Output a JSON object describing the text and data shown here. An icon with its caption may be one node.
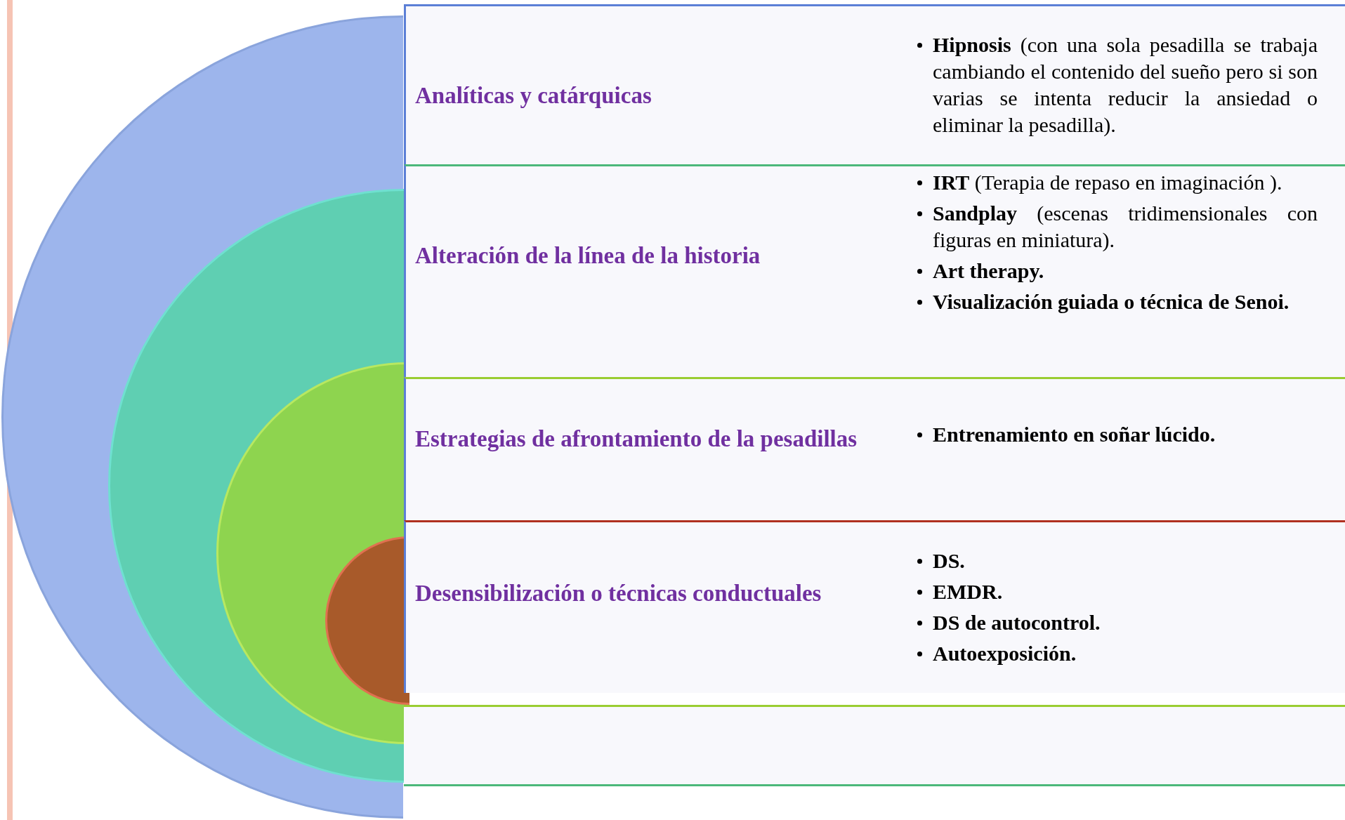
{
  "diagram": {
    "nodes": [
      {
        "text": [],
        "shape": "circle"
      },
      {
        "text": [],
        "shape": "circle",
        "in": 0
      },
      {
        "text": [],
        "shape": "circle",
        "in": 1
      },
      {
        "text": [],
        "shape": "circle",
        "in": 2
      },
      {
        "text": [
          "Analíticas y catárquicas",
          "**Hipnosis** (con una sola pesadilla se trabaja cambiando el contenido del sueño pero si son varias se intenta reducir la ansiedad o eliminar la pesadilla)."
        ]
      },
      {
        "text": [
          "Alteración de la línea de la historia",
          "**IRT** (Terapia de repaso en imaginación ).",
          "**Sandplay** (escenas tridimensionales con figuras en miniatura).",
          "Art therapy.",
          "Visualización guiada o técnica de Senoi."
        ]
      },
      {
        "text": [
          "Estrategias de afrontamiento de la pesadillas",
          "Entrenamiento en soñar lúcido."
        ]
      },
      {
        "text": [
          "Desensibilización o técnicas conductuales",
          "DS.",
          "EMDR.",
          "DS de autocontrol.",
          "Autoexposición."
        ]
      }
    ]
  }
}
